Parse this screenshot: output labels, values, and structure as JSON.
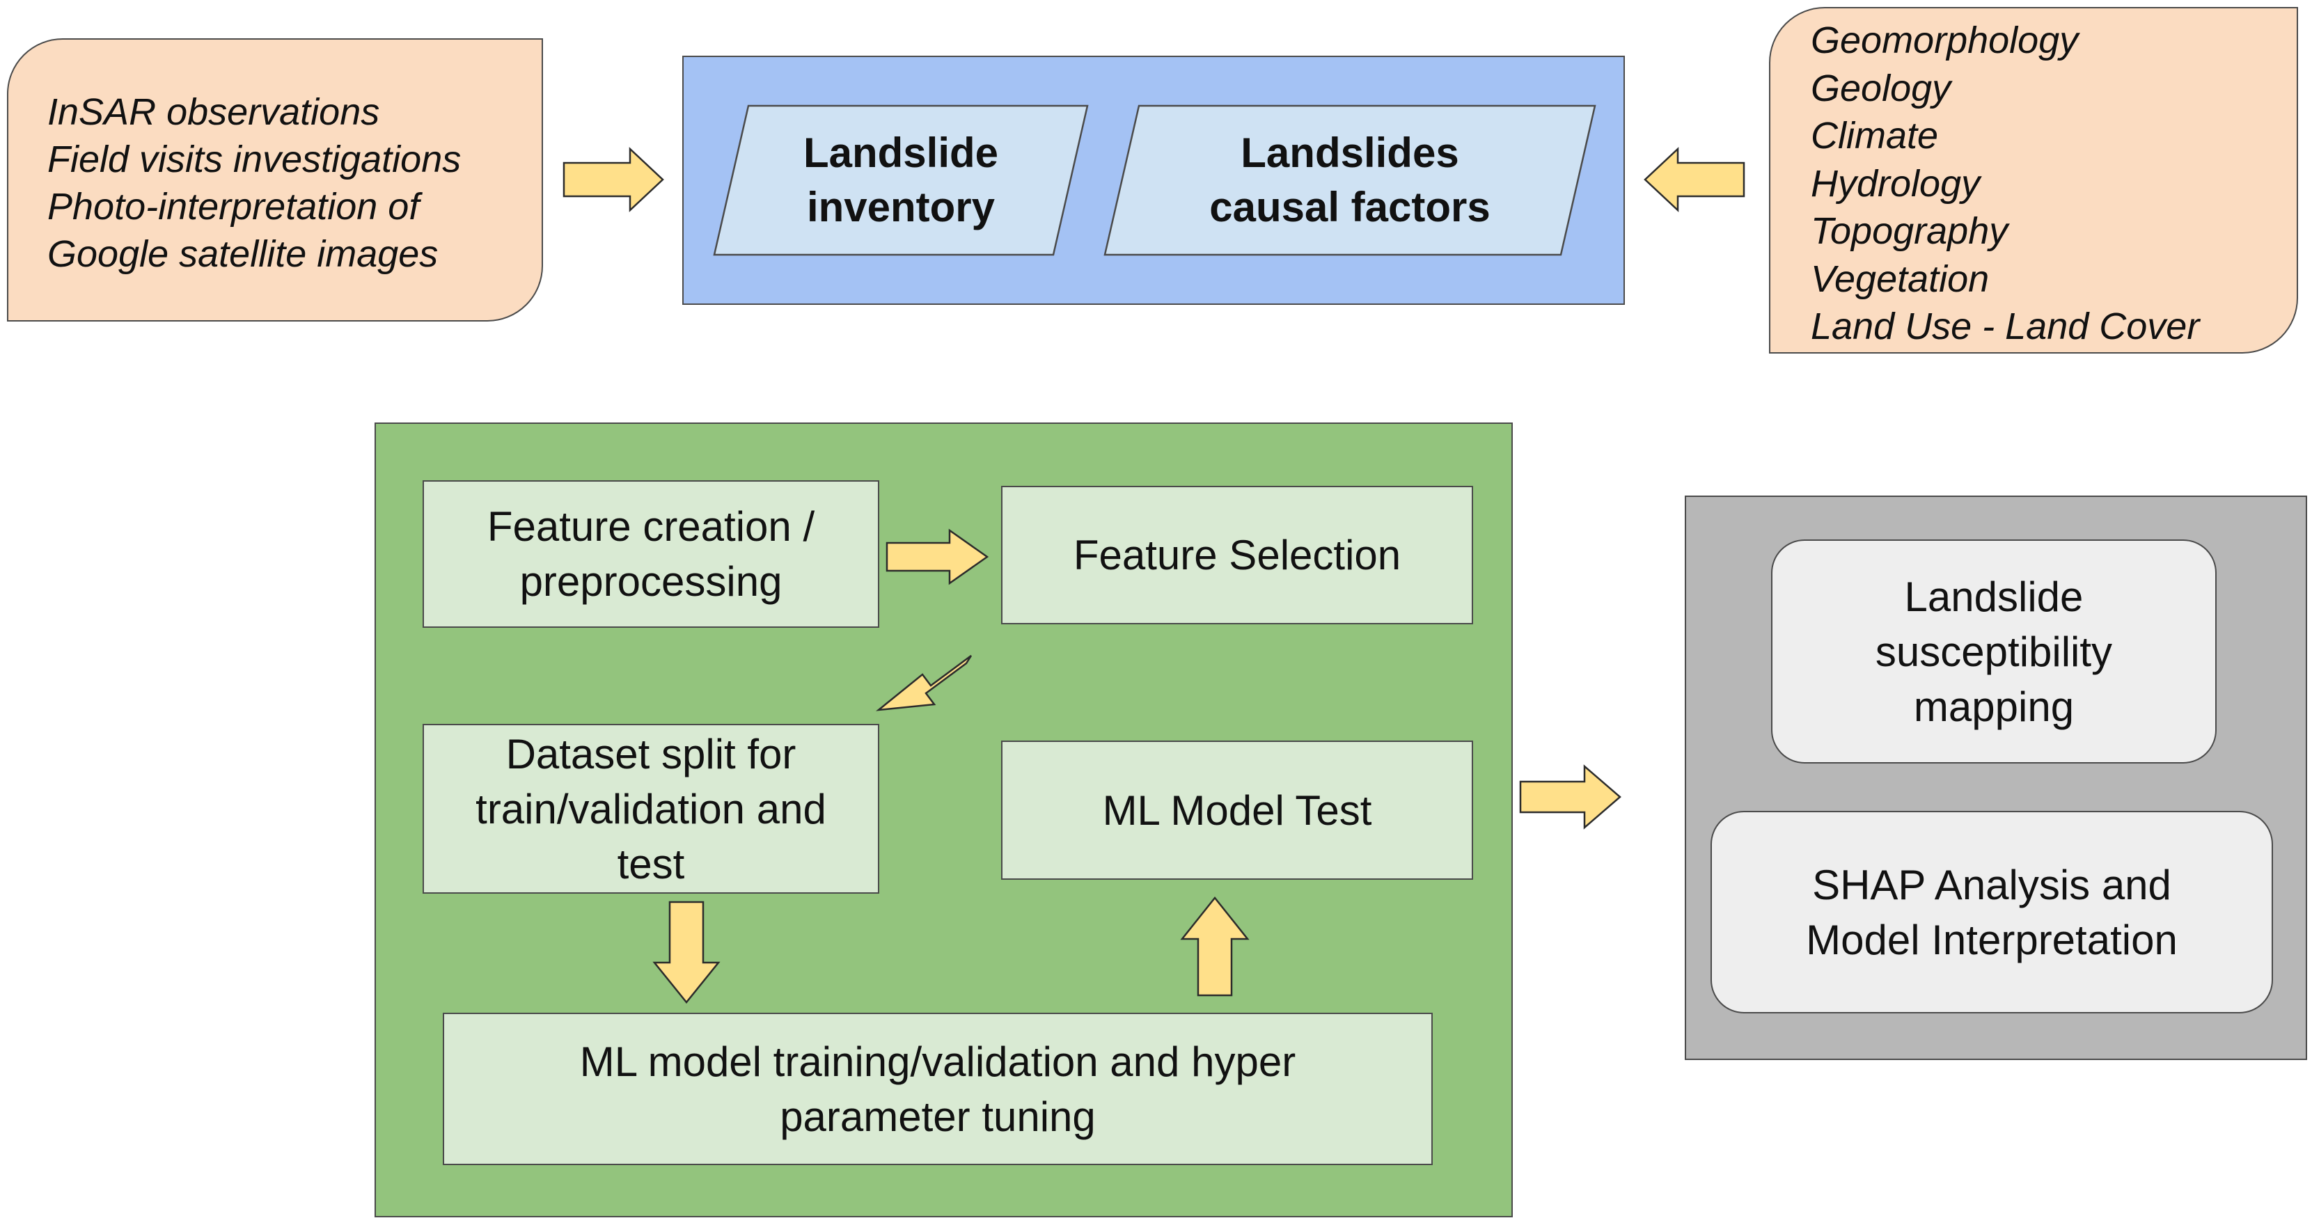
{
  "inputs_left": {
    "lines": [
      "InSAR observations",
      "Field visits investigations",
      "Photo-interpretation of",
      "Google satellite images"
    ]
  },
  "inputs_right": {
    "lines": [
      "Geomorphology",
      "Geology",
      "Climate",
      "Hydrology",
      "Topography",
      "Vegetation",
      "Land Use - Land Cover"
    ]
  },
  "data_block": {
    "inventory": {
      "line1": "Landslide",
      "line2": "inventory"
    },
    "causal": {
      "line1": "Landslides",
      "line2": "causal factors"
    }
  },
  "ml_block": {
    "feature_creation": {
      "line1": "Feature creation /",
      "line2": "preprocessing"
    },
    "feature_selection": "Feature Selection",
    "dataset_split": {
      "line1": "Dataset split for",
      "line2": "train/validation and",
      "line3": "test"
    },
    "model_test": "ML Model Test",
    "training": {
      "line1": "ML model training/validation and hyper",
      "line2": "parameter tuning"
    }
  },
  "output_block": {
    "susceptibility": {
      "line1": "Landslide",
      "line2": "susceptibility",
      "line3": "mapping"
    },
    "shap": {
      "line1": "SHAP Analysis and",
      "line2": "Model Interpretation"
    }
  },
  "colors": {
    "input_note_fill": "#fbdcc1",
    "data_block_fill": "#a4c2f4",
    "parallelogram_fill": "#cfe2f3",
    "ml_block_fill": "#93c47d",
    "ml_step_fill": "#d9ead3",
    "output_block_fill": "#b7b7b7",
    "output_item_fill": "#eeeeee",
    "arrow_fill": "#ffe08a"
  }
}
